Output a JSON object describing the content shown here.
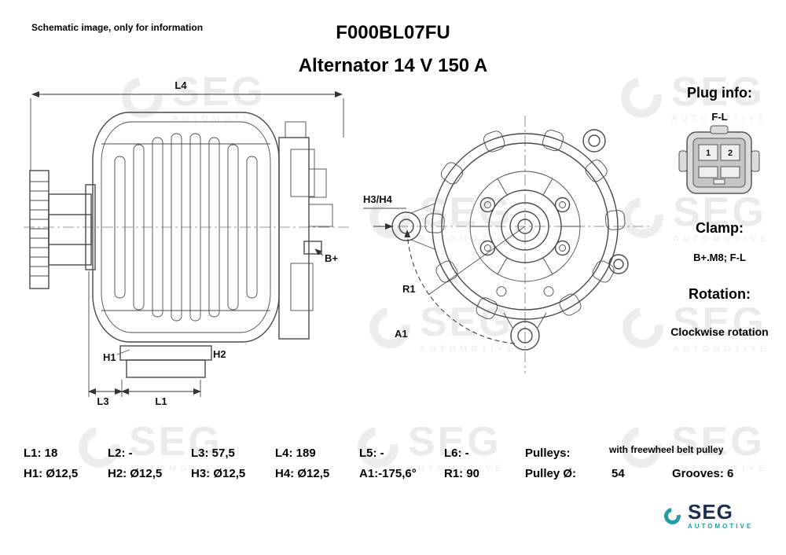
{
  "header": {
    "disclaimer": "Schematic image, only for information",
    "part_number": "F000BL07FU",
    "product_title": "Alternator 14 V 150 A"
  },
  "watermark": {
    "brand": "SEG",
    "sub": "AUTOMOTIVE"
  },
  "drawing": {
    "side": {
      "l4": "L4",
      "b_plus": "B+",
      "h1": "H1",
      "h2": "H2",
      "l3": "L3",
      "l1": "L1"
    },
    "front": {
      "h3h4": "H3/H4",
      "r1": "R1",
      "a1": "A1"
    }
  },
  "plug": {
    "heading": "Plug info:",
    "type": "F-L",
    "pin1": "1",
    "pin2": "2"
  },
  "clamp": {
    "heading": "Clamp:",
    "value": "B+.M8; F-L"
  },
  "rotation": {
    "heading": "Rotation:",
    "value": "Clockwise rotation"
  },
  "spec_table": {
    "row1": [
      "L1: 18",
      "L2: -",
      "L3: 57,5",
      "L4: 189",
      "L5: -",
      "L6: -"
    ],
    "row2": [
      "H1: Ø12,5",
      "H2: Ø12,5",
      "H3: Ø12,5",
      "H4: Ø12,5",
      "A1:-175,6°",
      "R1: 90"
    ]
  },
  "pulley": {
    "pulleys_label": "Pulleys:",
    "pulleys_note": "with freewheel belt pulley",
    "diameter_label": "Pulley Ø:",
    "diameter_value": "54",
    "grooves": "Grooves: 6"
  },
  "logo": {
    "brand": "SEG",
    "sub": "AUTOMOTIVE"
  }
}
